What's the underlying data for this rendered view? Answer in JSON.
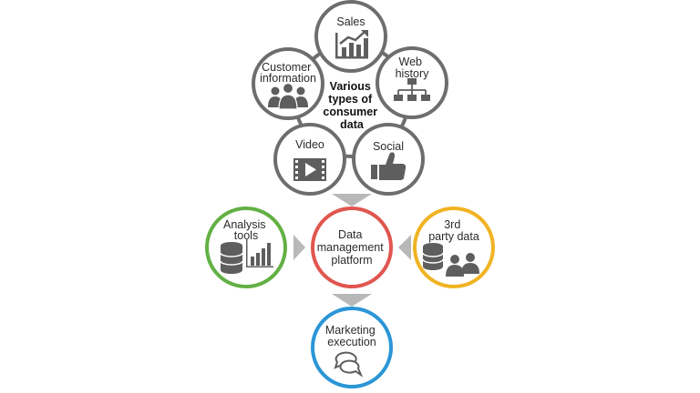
{
  "colors": {
    "gray": "#6d6d6d",
    "icon": "#5e5e5e",
    "arrow": "#b8b8b8",
    "red": "#e0564f",
    "green": "#63b044",
    "yellow": "#f0b323",
    "blue": "#2b96d6"
  },
  "center": {
    "lines": [
      "Various",
      "types of",
      "consumer",
      "data"
    ]
  },
  "data_sources": [
    {
      "id": "sales",
      "lines": [
        "Sales"
      ],
      "icon": "bar-chart-up-arrow-icon"
    },
    {
      "id": "web-history",
      "lines": [
        "Web",
        "history"
      ],
      "icon": "sitemap-icon"
    },
    {
      "id": "social",
      "lines": [
        "Social"
      ],
      "icon": "thumbs-up-icon"
    },
    {
      "id": "video",
      "lines": [
        "Video"
      ],
      "icon": "film-play-icon"
    },
    {
      "id": "customer-information",
      "lines": [
        "Customer",
        "information"
      ],
      "icon": "people-group-icon"
    }
  ],
  "platform": {
    "lines": [
      "Data",
      "management",
      "platform"
    ]
  },
  "analysis": {
    "lines": [
      "Analysis",
      "tools"
    ],
    "icon": "database-chart-icon"
  },
  "third_party": {
    "lines": [
      "3rd",
      "party data"
    ],
    "icon": "database-users-icon"
  },
  "marketing": {
    "lines": [
      "Marketing",
      "execution"
    ],
    "icon": "speech-bubbles-icon"
  }
}
